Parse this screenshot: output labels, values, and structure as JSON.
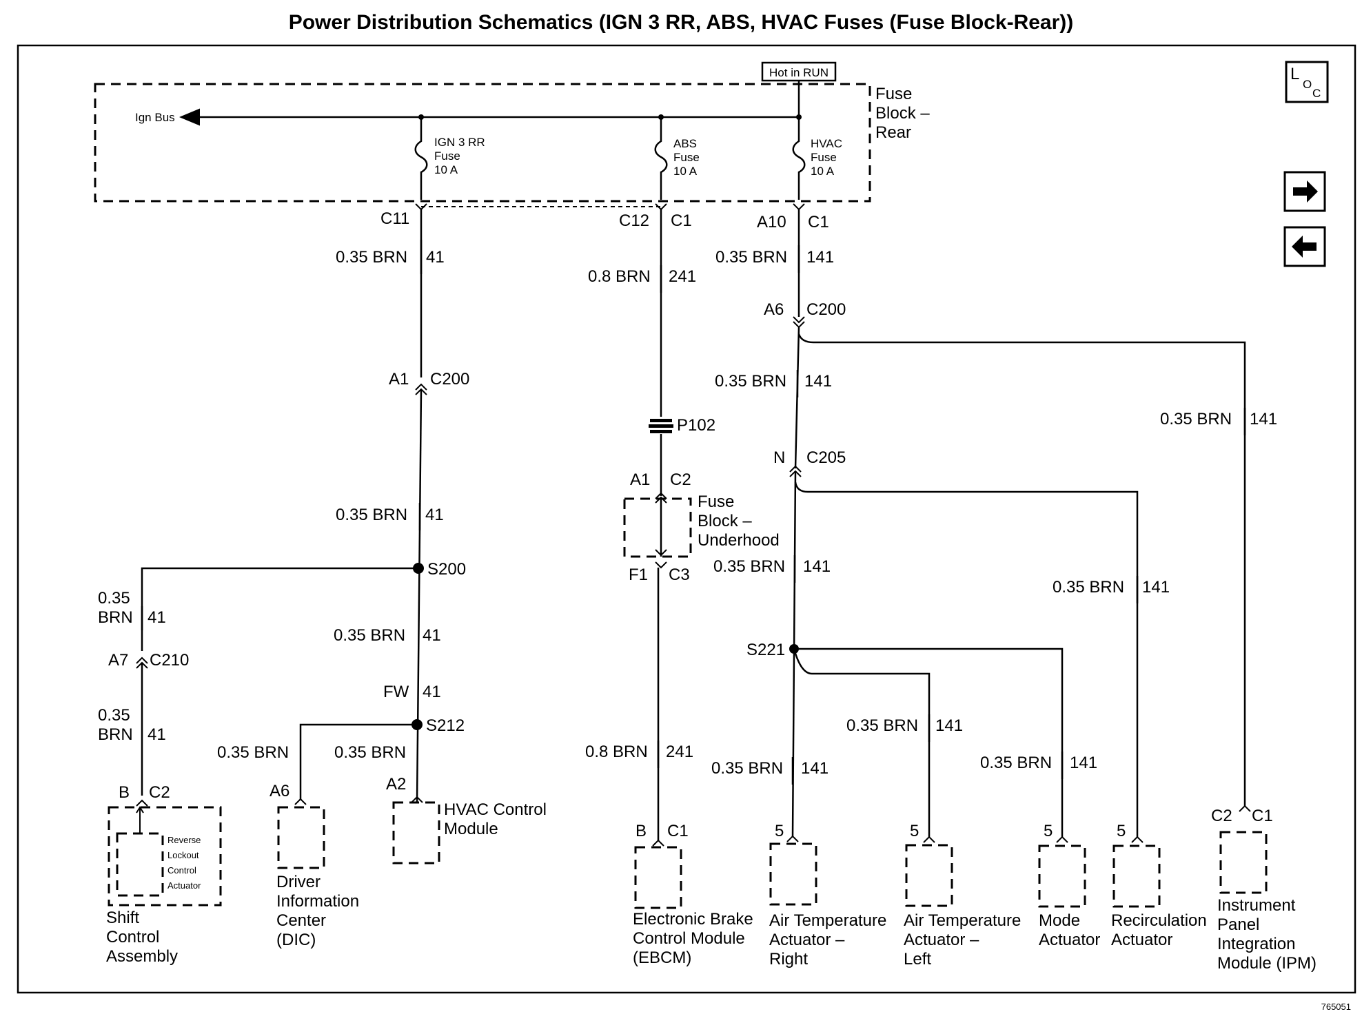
{
  "title": "Power Distribution Schematics (IGN 3 RR, ABS, HVAC Fuses (Fuse Block-Rear))",
  "figure_id": "765051",
  "hot_in_run": "Hot in RUN",
  "loc_icon": {
    "l": "L",
    "o": "O",
    "c": "C"
  },
  "nav": {
    "forward_icon": "arrow-right-icon",
    "back_icon": "arrow-left-icon"
  },
  "fuse_block_rear": {
    "line1": "Fuse",
    "line2": "Block –",
    "line3": "Rear"
  },
  "ign_bus": "Ign Bus",
  "fuses": {
    "ign3rr": {
      "l1": "IGN 3 RR",
      "l2": "Fuse",
      "l3": "10 A"
    },
    "abs": {
      "l1": "ABS",
      "l2": "Fuse",
      "l3": "10 A"
    },
    "hvac": {
      "l1": "HVAC",
      "l2": "Fuse",
      "l3": "10 A"
    }
  },
  "col_ign": {
    "c11": "C11",
    "w1_size": "0.35 BRN",
    "w1_num": "41",
    "a1": "A1",
    "c200": "C200",
    "w2_size": "0.35 BRN",
    "w2_num": "41",
    "s200": "S200",
    "w3_size": "0.35 BRN",
    "w3_num": "41",
    "fw": "FW",
    "fw_num": "41",
    "s212": "S212",
    "hvac_w_size": "0.35 BRN",
    "a2": "A2",
    "hvac_mod_l1": "HVAC Control",
    "hvac_mod_l2": "Module",
    "dic_w_size": "0.35 BRN",
    "a6": "A6",
    "dic_l1": "Driver",
    "dic_l2": "Information",
    "dic_l3": "Center",
    "dic_l4": "(DIC)",
    "shift_w1_size1": "0.35",
    "shift_w1_size2": "BRN",
    "shift_w1_num": "41",
    "a7": "A7",
    "c210": "C210",
    "shift_w2_size1": "0.35",
    "shift_w2_size2": "BRN",
    "shift_w2_num": "41",
    "b": "B",
    "c2": "C2",
    "rlca_l1": "Reverse",
    "rlca_l2": "Lockout",
    "rlca_l3": "Control",
    "rlca_l4": "Actuator",
    "shift_l1": "Shift",
    "shift_l2": "Control",
    "shift_l3": "Assembly"
  },
  "col_abs": {
    "c12": "C12",
    "c1": "C1",
    "w1_size": "0.8 BRN",
    "w1_num": "241",
    "p102": "P102",
    "a1": "A1",
    "c2": "C2",
    "fbu_l1": "Fuse",
    "fbu_l2": "Block –",
    "fbu_l3": "Underhood",
    "f1": "F1",
    "c3": "C3",
    "w2_size": "0.8 BRN",
    "w2_num": "241",
    "b": "B",
    "c1b": "C1",
    "ebcm_l1": "Electronic Brake",
    "ebcm_l2": "Control Module",
    "ebcm_l3": "(EBCM)"
  },
  "col_hvac": {
    "a10": "A10",
    "c1": "C1",
    "w1_size": "0.35 BRN",
    "w1_num": "141",
    "a6": "A6",
    "c200": "C200",
    "w2_size": "0.35 BRN",
    "w2_num": "141",
    "n": "N",
    "c205": "C205",
    "w3_size": "0.35 BRN",
    "w3_num": "141",
    "s221": "S221",
    "w4_size": "0.35 BRN",
    "w4_num": "141",
    "atar_pin": "5",
    "atar_l1": "Air Temperature",
    "atar_l2": "Actuator –",
    "atar_l3": "Right",
    "atal_w_size": "0.35 BRN",
    "atal_w_num": "141",
    "atal_pin": "5",
    "atal_l1": "Air Temperature",
    "atal_l2": "Actuator –",
    "atal_l3": "Left",
    "mode_w_size": "0.35 BRN",
    "mode_w_num": "141",
    "mode_pin": "5",
    "mode_l1": "Mode",
    "mode_l2": "Actuator",
    "recirc_w_size": "0.35 BRN",
    "recirc_w_num": "141",
    "recirc_pin": "5",
    "recirc_l1": "Recirculation",
    "recirc_l2": "Actuator",
    "ipm_w_size": "0.35 BRN",
    "ipm_w_num": "141",
    "ipm_c2": "C2",
    "ipm_c1": "C1",
    "ipm_l1": "Instrument",
    "ipm_l2": "Panel",
    "ipm_l3": "Integration",
    "ipm_l4": "Module (IPM)"
  }
}
